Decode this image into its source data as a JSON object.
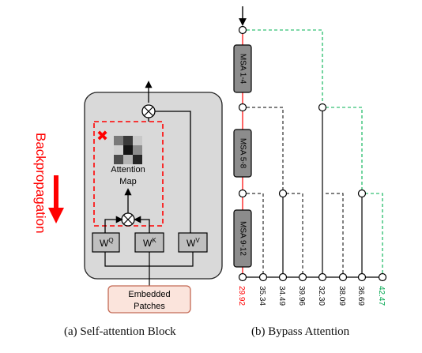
{
  "left_panel": {
    "attention_label_1": "Attention",
    "attention_label_2": "Map",
    "wq_base": "W",
    "wq_sup": "Q",
    "wk_base": "W",
    "wk_sup": "K",
    "wv_base": "W",
    "wv_sup": "V",
    "input_label_1": "Embedded",
    "input_label_2": "Patches",
    "backprop_label": "Backpropagation",
    "caption": "(a) Self-attention Block",
    "colors": {
      "block_fill": "#d9d9d9",
      "dashed_red": "#ff0000",
      "input_fill": "#fbe4dc",
      "input_stroke": "#c46a55",
      "weight_fill": "#bfbfbf"
    },
    "heatmap": [
      [
        "#7a7a7a",
        "#3a3a3a",
        "#c8c8c8"
      ],
      [
        "#d0d0d0",
        "#141414",
        "#8c8c8c"
      ],
      [
        "#4d4d4d",
        "#b4b4b4",
        "#262626"
      ]
    ]
  },
  "right_panel": {
    "msa_boxes": [
      "MSA 1-4",
      "MSA 5-8",
      "MSA 9-12"
    ],
    "values": [
      {
        "label": "29.92",
        "color": "#ff0000"
      },
      {
        "label": "35.34",
        "color": "#111111"
      },
      {
        "label": "34.49",
        "color": "#111111"
      },
      {
        "label": "39.96",
        "color": "#111111"
      },
      {
        "label": "32.30",
        "color": "#111111"
      },
      {
        "label": "38.09",
        "color": "#111111"
      },
      {
        "label": "36.69",
        "color": "#111111"
      },
      {
        "label": "42.47",
        "color": "#00a64f"
      }
    ],
    "caption": "(b) Bypass Attention",
    "colors": {
      "main_line": "#ff0000",
      "best_path": "#00b050",
      "msa_fill": "#8c8c8c"
    }
  }
}
